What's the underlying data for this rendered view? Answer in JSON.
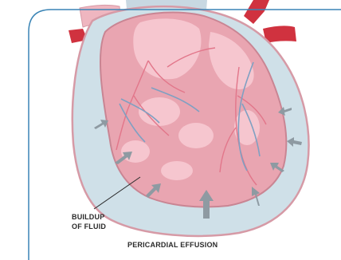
{
  "annotations": {
    "fluid_label_line1": "BUILDUP",
    "fluid_label_line2": "OF FLUID"
  },
  "caption": "PERICARDIAL EFFUSION",
  "colors": {
    "frame_border": "#3a84b5",
    "pericardial_fluid": "#cfe0e8",
    "pericardium_outline": "#d69aa6",
    "heart_muscle": "#e9a5b1",
    "heart_highlight": "#f6c6cf",
    "coronary_artery": "#e2768a",
    "coronary_vein": "#7fa0c2",
    "great_vessels": "#d0323f",
    "pressure_arrows": "#8e9aa2"
  },
  "icons": {
    "pressure_arrow": "arrow-icon"
  }
}
